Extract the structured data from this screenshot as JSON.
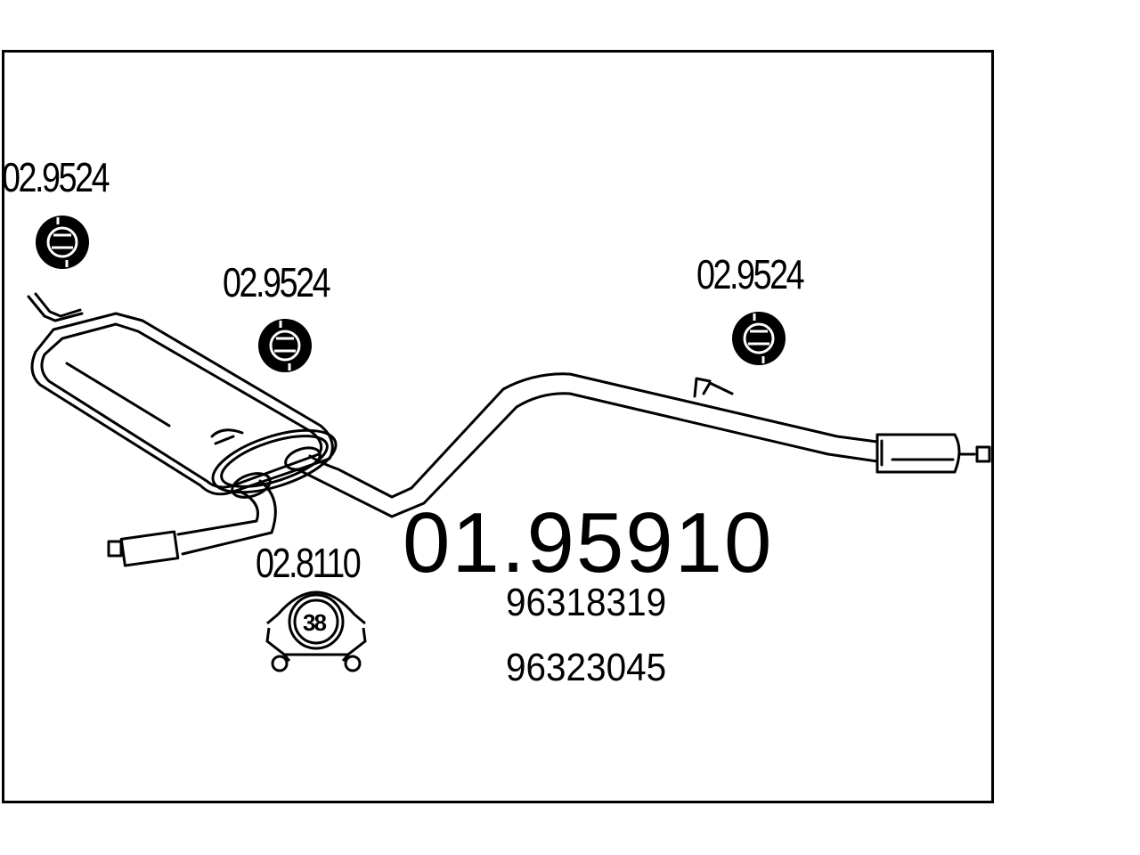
{
  "hangers": [
    {
      "code": "02.9524"
    },
    {
      "code": "02.9524"
    },
    {
      "code": "02.9524"
    }
  ],
  "clamp": {
    "code": "02.8110",
    "size": "38"
  },
  "main_part": {
    "code": "01.95910"
  },
  "oe_numbers": [
    "96318319",
    "96323045"
  ],
  "colors": {
    "line": "#000000",
    "background": "#ffffff"
  }
}
